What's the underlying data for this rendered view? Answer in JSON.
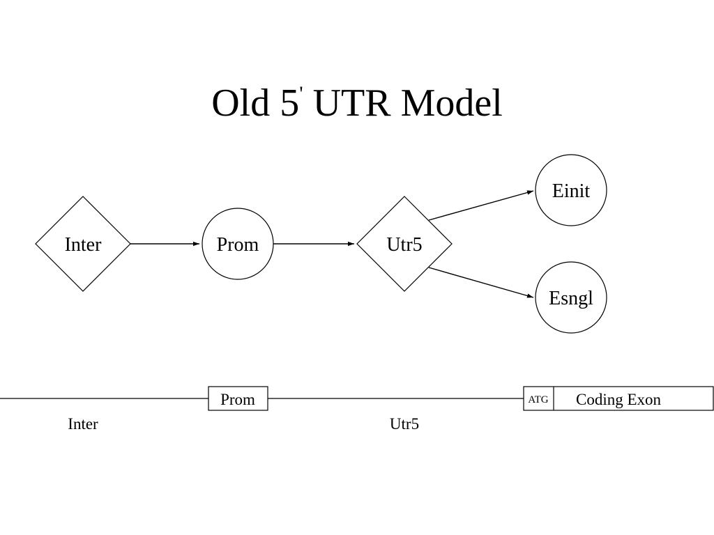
{
  "slide": {
    "title_main": "Old 5",
    "title_prime": "'",
    "title_rest": "UTR Model"
  },
  "diagram": {
    "nodes": {
      "inter": "Inter",
      "prom": "Prom",
      "utr5": "Utr5",
      "einit": "Einit",
      "esngl": "Esngl"
    }
  },
  "sequence": {
    "prom_box": "Prom",
    "atg_box": "ATG",
    "coding_exon": "Coding Exon",
    "label_inter": "Inter",
    "label_utr5": "Utr5"
  }
}
